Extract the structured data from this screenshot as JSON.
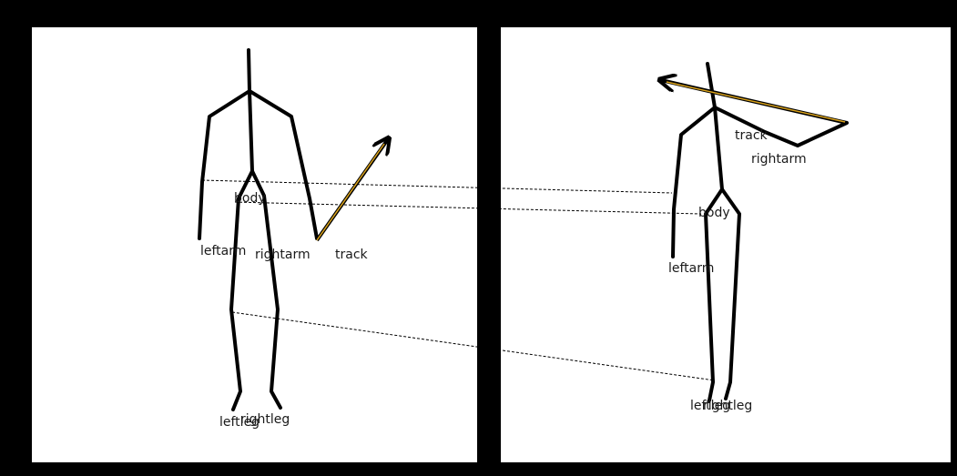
{
  "colors": {
    "background": "#000000",
    "panel": "#ffffff",
    "figure": "#000000",
    "track": "#d9a21b"
  },
  "left_figure": {
    "labels": {
      "body": "body",
      "leftarm": "leftarm",
      "rightarm": "rightarm",
      "track": "track",
      "leftleg": "leftleg",
      "rightleg": "rightleg"
    }
  },
  "right_figure": {
    "labels": {
      "body": "body",
      "leftarm": "leftarm",
      "rightarm": "rightarm",
      "track": "track",
      "leftleg": "leftleg",
      "rightleg": "rightleg"
    }
  }
}
